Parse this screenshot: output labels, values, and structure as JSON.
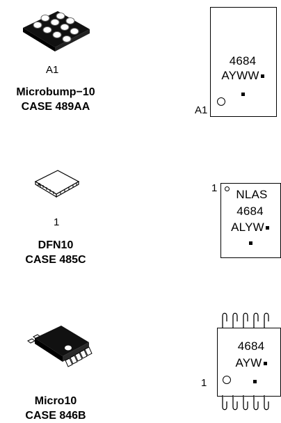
{
  "packages": [
    {
      "pin1_label": "A1",
      "name": "Microbump−10",
      "case": "CASE 489AA",
      "marking": {
        "pin_label": "A1",
        "lines": [
          "4684",
          "AYWW",
          ""
        ]
      }
    },
    {
      "pin1_label": "1",
      "name": "DFN10",
      "case": "CASE 485C",
      "marking": {
        "pin_label": "1",
        "lines": [
          "NLAS",
          "4684",
          "ALYW",
          ""
        ]
      }
    },
    {
      "pin1_label": "",
      "name": "Micro10",
      "case": "CASE 846B",
      "marking": {
        "pin_label": "1",
        "lines": [
          "4684",
          "AYW",
          ""
        ]
      }
    }
  ]
}
